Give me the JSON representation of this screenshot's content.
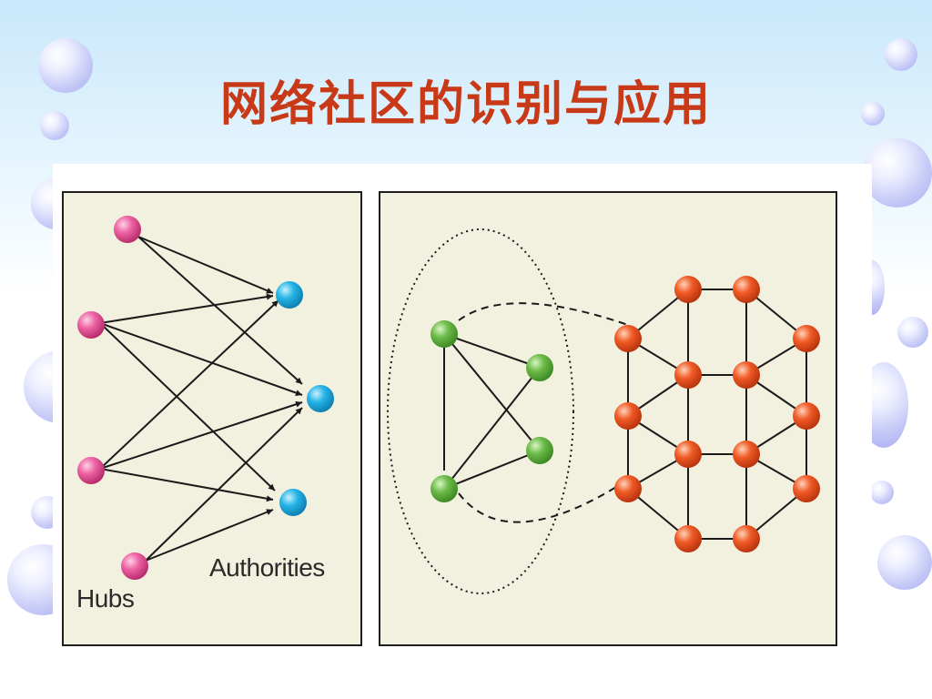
{
  "title": "网络社区的识别与应用",
  "left_panel": {
    "authorities_label": "Authorities",
    "hubs_label": "Hubs"
  },
  "colors": {
    "title": "#c83a17",
    "hub": "#e0488f",
    "authority": "#1aa6dc",
    "community_a": "#5aa83c",
    "community_b": "#e8501d",
    "panel_bg": "#f2f0df"
  }
}
